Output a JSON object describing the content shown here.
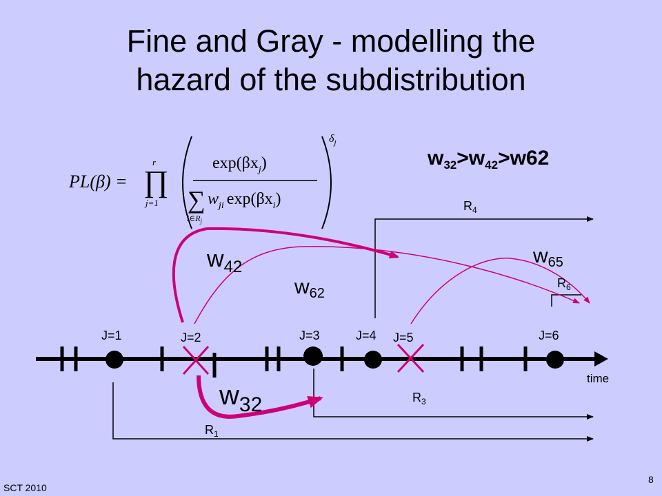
{
  "slide": {
    "title_line1": "Fine and Gray  - modelling the",
    "title_line2": "hazard of the subdistribution",
    "inequality": {
      "w1_base": "w",
      "w1_sub": "32",
      "gt1": ">",
      "w2_base": "w",
      "w2_sub": "42",
      "gt2": ">w62"
    },
    "formula": {
      "lhs": "PL(β) =",
      "prod_top": "r",
      "prod_bottom": "j=1",
      "numerator": "exp(βx",
      "numerator_sub": "j",
      "numerator_close": ")",
      "sum_under": "i∈R",
      "sum_under_sub": "j",
      "denominator_w": "w",
      "denominator_w_sub": "ji",
      "denominator_exp": "exp(βx",
      "denominator_exp_sub": "i",
      "denominator_close": ")",
      "exponent": "δ",
      "exponent_sub": "j"
    },
    "events": {
      "j1": "J=1",
      "j2": "J=2",
      "j3": "J=3",
      "j4": "J=4",
      "j5": "J=5",
      "j6": "J=6"
    },
    "risk_sets": {
      "r1_base": "R",
      "r1_sub": "1",
      "r3_base": "R",
      "r3_sub": "3",
      "r4_base": "R",
      "r4_sub": "4",
      "r6_base": "R",
      "r6_sub": "6"
    },
    "weights": {
      "w32_base": "w",
      "w32_sub": "32",
      "w42_base": "w",
      "w42_sub": "42",
      "w62_base": "w",
      "w62_sub": "62",
      "w65_base": "w",
      "w65_sub": "65"
    },
    "axis_label": "time",
    "footer": "SCT 2010",
    "page_number": "8",
    "colors": {
      "background": "#ccccff",
      "arrow": "#cc0077",
      "ink": "#000000"
    }
  }
}
